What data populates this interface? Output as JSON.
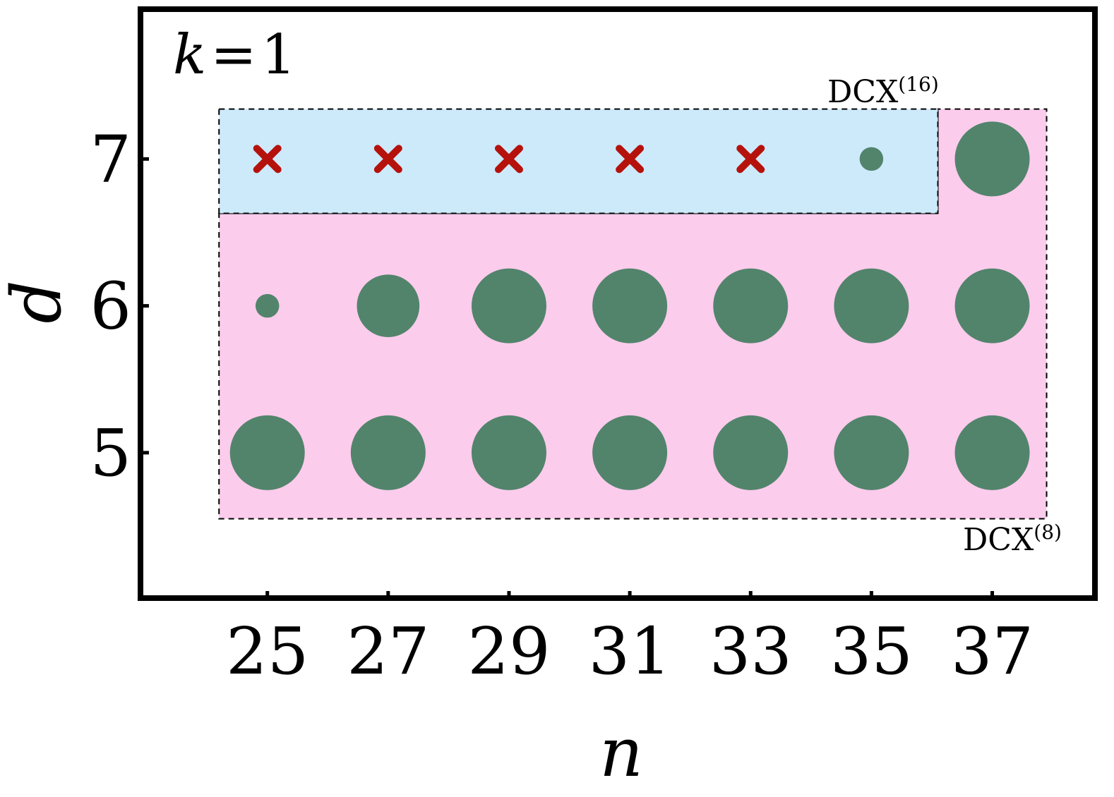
{
  "chart_data": {
    "type": "scatter",
    "panel_label": {
      "var": "k",
      "eq": "=",
      "val": "1"
    },
    "xlabel": "n",
    "ylabel": "d",
    "x_ticks": [
      25,
      27,
      29,
      31,
      33,
      35,
      37
    ],
    "y_ticks": [
      5,
      6,
      7
    ],
    "xlim": [
      22.9,
      38.7
    ],
    "ylim": [
      4.01,
      8.02
    ],
    "regions": [
      {
        "name": "DCX",
        "sup": "(16)",
        "fill": "#cdeafb",
        "x_range": [
          24.2,
          36.1
        ],
        "y_range": [
          6.63,
          7.34
        ]
      },
      {
        "name": "DCX",
        "sup": "(8)",
        "fill": "#fcccec",
        "polygon": [
          [
            24.2,
            6.63
          ],
          [
            36.1,
            6.63
          ],
          [
            36.1,
            7.34
          ],
          [
            37.9,
            7.34
          ],
          [
            37.9,
            4.55
          ],
          [
            24.2,
            4.55
          ]
        ]
      }
    ],
    "points": [
      {
        "n": 25,
        "d": 7,
        "marker": "x"
      },
      {
        "n": 27,
        "d": 7,
        "marker": "x"
      },
      {
        "n": 29,
        "d": 7,
        "marker": "x"
      },
      {
        "n": 31,
        "d": 7,
        "marker": "x"
      },
      {
        "n": 33,
        "d": 7,
        "marker": "x"
      },
      {
        "n": 35,
        "d": 7,
        "marker": "circle",
        "size": 0.1
      },
      {
        "n": 37,
        "d": 7,
        "marker": "circle",
        "size": 1.0
      },
      {
        "n": 25,
        "d": 6,
        "marker": "circle",
        "size": 0.1
      },
      {
        "n": 27,
        "d": 6,
        "marker": "circle",
        "size": 0.7
      },
      {
        "n": 29,
        "d": 6,
        "marker": "circle",
        "size": 1.0
      },
      {
        "n": 31,
        "d": 6,
        "marker": "circle",
        "size": 1.0
      },
      {
        "n": 33,
        "d": 6,
        "marker": "circle",
        "size": 1.0
      },
      {
        "n": 35,
        "d": 6,
        "marker": "circle",
        "size": 1.0
      },
      {
        "n": 37,
        "d": 6,
        "marker": "circle",
        "size": 1.0
      },
      {
        "n": 25,
        "d": 5,
        "marker": "circle",
        "size": 1.0
      },
      {
        "n": 27,
        "d": 5,
        "marker": "circle",
        "size": 1.0
      },
      {
        "n": 29,
        "d": 5,
        "marker": "circle",
        "size": 1.0
      },
      {
        "n": 31,
        "d": 5,
        "marker": "circle",
        "size": 1.0
      },
      {
        "n": 33,
        "d": 5,
        "marker": "circle",
        "size": 1.0
      },
      {
        "n": 35,
        "d": 5,
        "marker": "circle",
        "size": 1.0
      },
      {
        "n": 37,
        "d": 5,
        "marker": "circle",
        "size": 1.0
      }
    ],
    "colors": {
      "circle": "#52846c",
      "cross": "#b5120c",
      "frame": "#000000"
    },
    "grid": false
  }
}
